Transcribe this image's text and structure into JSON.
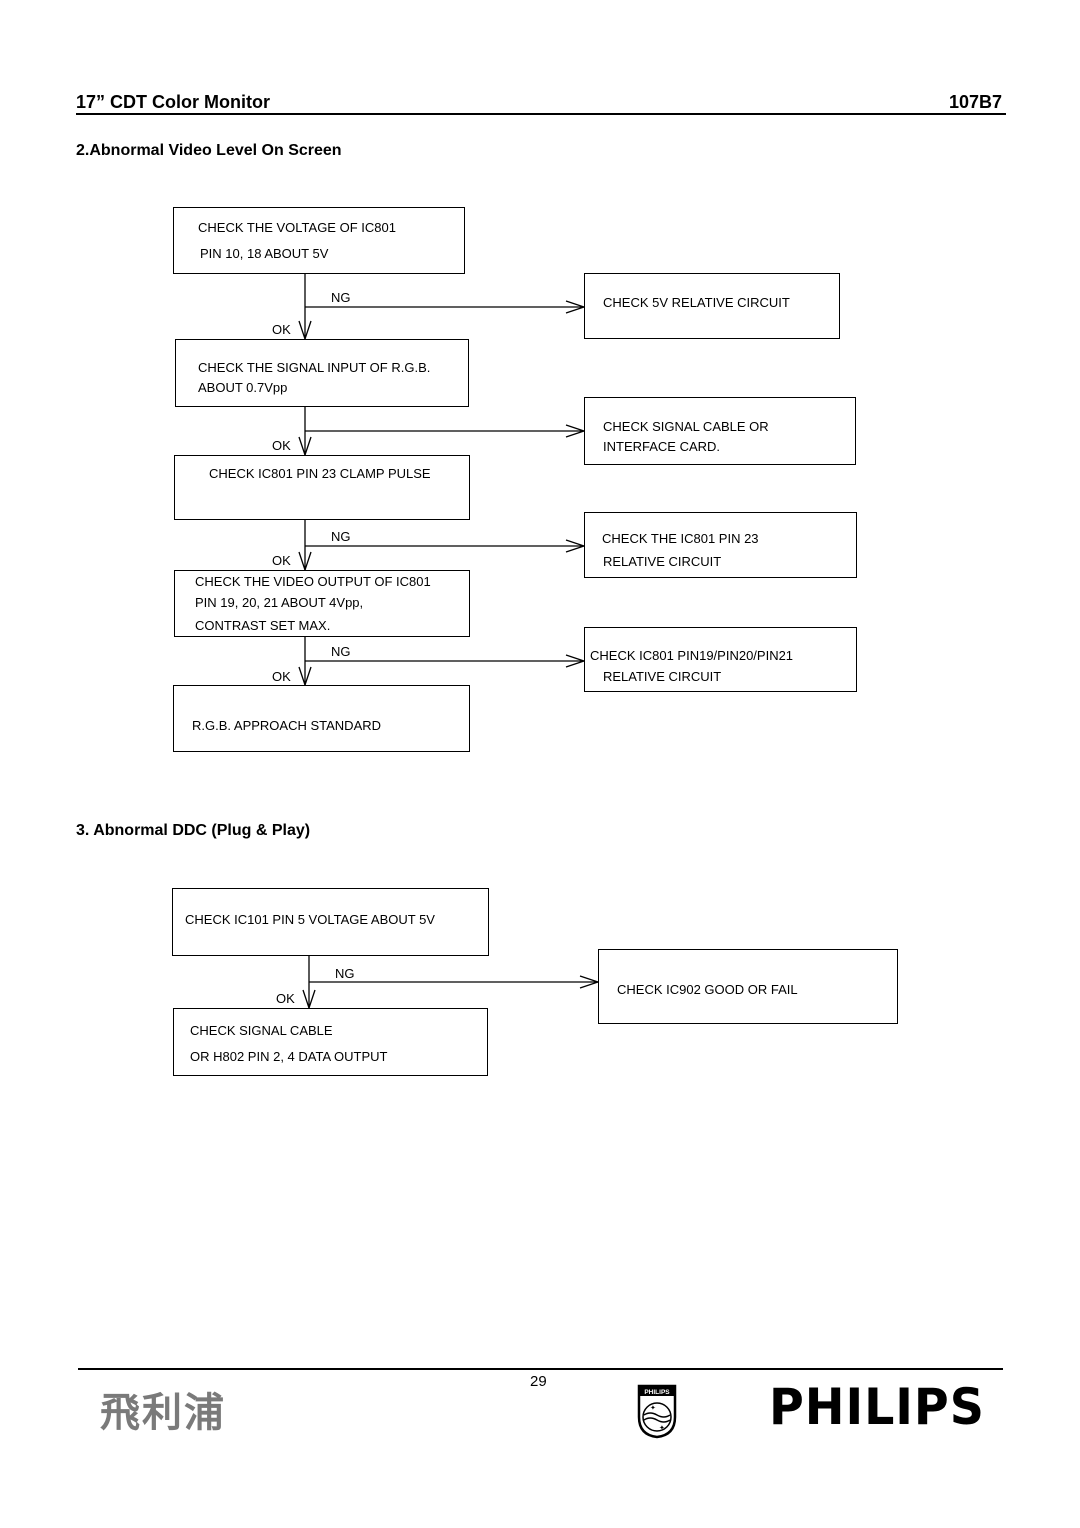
{
  "header": {
    "title": "17” CDT Color Monitor",
    "model": "107B7"
  },
  "section2": {
    "title": "2.Abnormal Video Level On Screen",
    "box1": {
      "line1": "CHECK THE VOLTAGE OF IC801",
      "line2": "PIN 10, 18 ABOUT 5V"
    },
    "box2": {
      "line1": "CHECK THE SIGNAL INPUT OF    R.G.B.",
      "line2": "ABOUT 0.7Vpp"
    },
    "box3": {
      "line1": "CHECK IC801 PIN 23 CLAMP PULSE"
    },
    "box4": {
      "line1": "CHECK THE VIDEO OUTPUT OF IC801",
      "line2": "PIN 19, 20, 21 ABOUT 4Vpp,",
      "line3": "CONTRAST SET MAX."
    },
    "box5": {
      "line1": "R.G.B. APPROACH STANDARD"
    },
    "fail1": {
      "line1": "CHECK 5V RELATIVE CIRCUIT"
    },
    "fail2": {
      "line1": "CHECK SIGNAL CABLE OR",
      "line2": "INTERFACE CARD."
    },
    "fail3": {
      "line1": "CHECK THE IC801 PIN 23",
      "line2": "RELATIVE CIRCUIT"
    },
    "fail4": {
      "line1": "CHECK IC801 PIN19/PIN20/PIN21",
      "line2": "RELATIVE CIRCUIT"
    }
  },
  "section3": {
    "title": "3. Abnormal DDC (Plug & Play)",
    "box1": {
      "line1": "CHECK IC101 PIN 5 VOLTAGE ABOUT 5V"
    },
    "box2": {
      "line1": "CHECK SIGNAL CABLE",
      "line2": "OR H802 PIN 2, 4 DATA OUTPUT"
    },
    "fail1": {
      "line1": "CHECK IC902 GOOD OR FAIL"
    }
  },
  "labels": {
    "ok": "OK",
    "ng": "NG"
  },
  "footer": {
    "page_number": "29",
    "brand_cn": "飛利浦",
    "brand": "PHILIPS",
    "shield_text": "PHILIPS"
  }
}
